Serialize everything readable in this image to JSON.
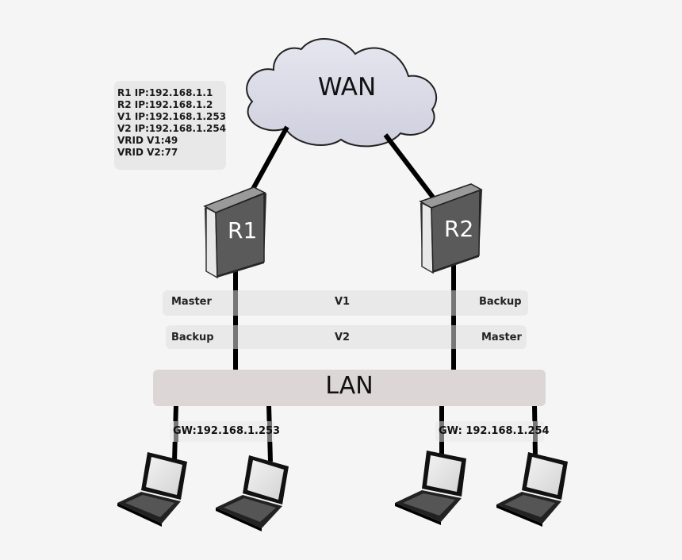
{
  "info": {
    "lines": [
      "R1 IP:192.168.1.1",
      "R2 IP:192.168.1.2",
      "V1 IP:192.168.1.253",
      "V2 IP:192.168.1.254",
      "VRID V1:49",
      "VRID V2:77"
    ]
  },
  "wan": {
    "label": "WAN"
  },
  "routers": {
    "r1": "R1",
    "r2": "R2"
  },
  "vrrp": {
    "v1": {
      "left": "Master",
      "name": "V1",
      "right": "Backup"
    },
    "v2": {
      "left": "Backup",
      "name": "V2",
      "right": "Master"
    }
  },
  "lan": {
    "label": "LAN"
  },
  "gateways": {
    "left": "GW:192.168.1.253",
    "right": "GW: 192.168.1.254"
  },
  "colors": {
    "cloud_fill": "#dcdce8",
    "router_face": "#5a5a5a",
    "lan_bar": "#dcd7d6",
    "band": "#e9e9e9"
  }
}
